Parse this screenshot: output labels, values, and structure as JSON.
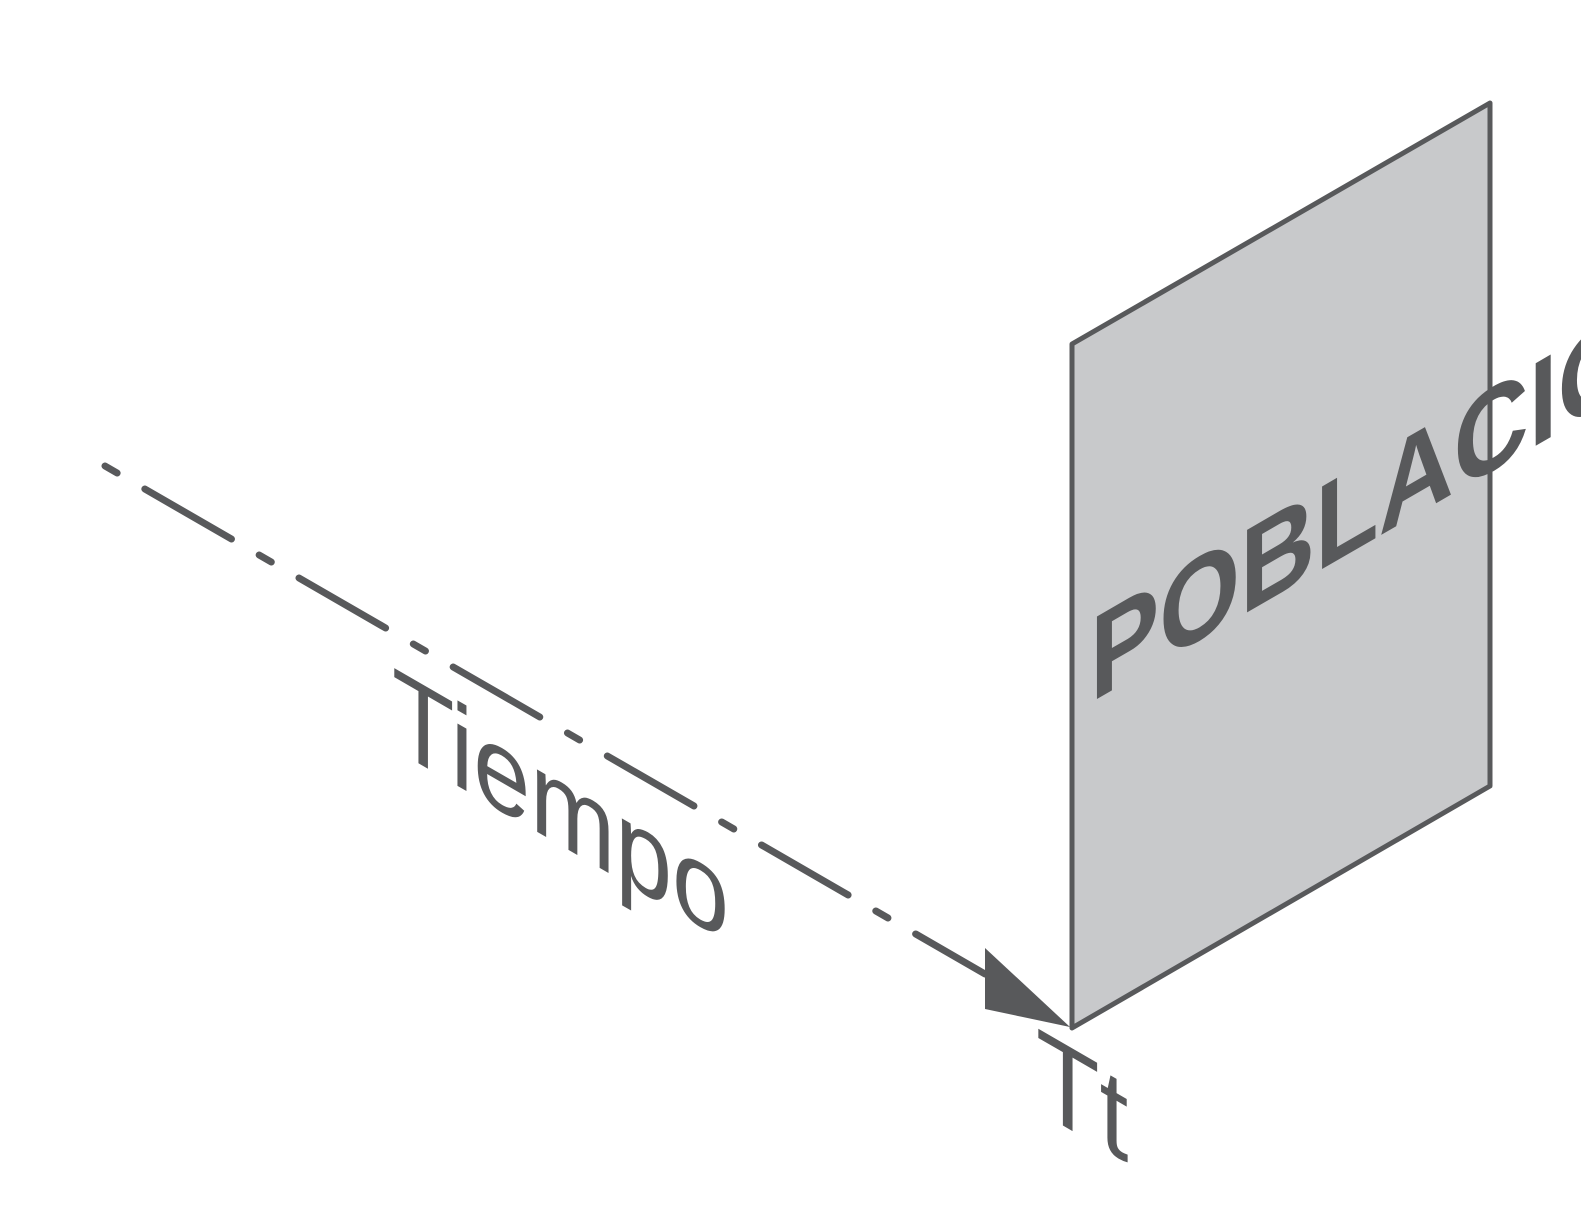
{
  "diagram": {
    "time_label": "Tiempo",
    "population_label": "POBLACIÓN",
    "instant_label": "Tt",
    "colors": {
      "stroke": "#58595b",
      "plane_fill": "#c8c9cb",
      "background": "#ffffff"
    }
  }
}
